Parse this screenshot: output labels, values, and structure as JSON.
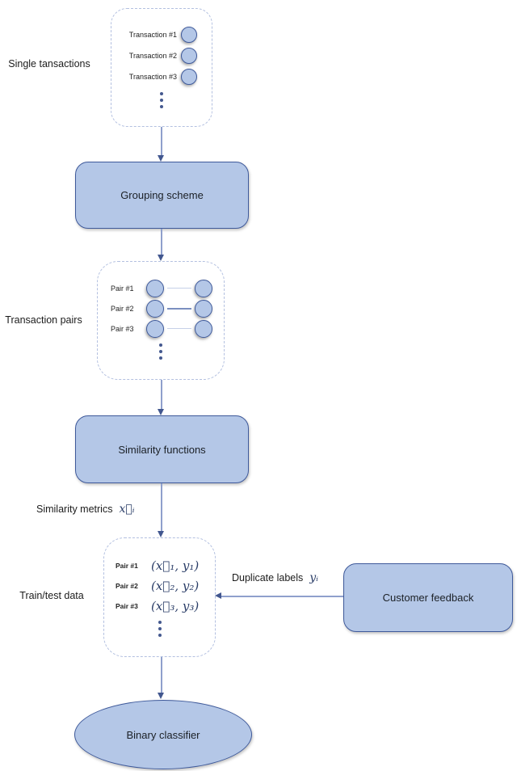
{
  "colors": {
    "node_fill": "#b4c7e7",
    "node_border": "#3f5a9b",
    "dashed_border": "#b3c0e0",
    "arrow_line": "#8fa0cc",
    "arrow_head": "#42578f",
    "pair_connector_light": "#c6d0e8",
    "pair_connector_strong": "#7b8fc0",
    "math_text": "#2b3e68",
    "text": "#1c1c1c"
  },
  "side_labels": {
    "single_transactions": "Single tansactions",
    "transaction_pairs": "Transaction pairs",
    "train_test_data": "Train/test data"
  },
  "flow_labels": {
    "similarity_metrics": "Similarity metrics",
    "similarity_metrics_math": "x⃗ᵢ",
    "duplicate_labels": "Duplicate labels",
    "duplicate_labels_math": "yᵢ"
  },
  "nodes": {
    "grouping_scheme": "Grouping scheme",
    "similarity_functions": "Similarity functions",
    "customer_feedback": "Customer feedback",
    "binary_classifier": "Binary classifier"
  },
  "single_transactions_box": {
    "items": [
      "Transaction #1",
      "Transaction #2",
      "Transaction #3"
    ]
  },
  "transaction_pairs_box": {
    "rows": [
      {
        "label": "Pair #1",
        "connector": "light"
      },
      {
        "label": "Pair #2",
        "connector": "strong"
      },
      {
        "label": "Pair #3",
        "connector": "light"
      }
    ]
  },
  "train_test_box": {
    "rows": [
      {
        "label": "Pair #1",
        "math": "(x⃗₁, y₁)"
      },
      {
        "label": "Pair #2",
        "math": "(x⃗₂, y₂)"
      },
      {
        "label": "Pair #3",
        "math": "(x⃗₃, y₃)"
      }
    ]
  }
}
